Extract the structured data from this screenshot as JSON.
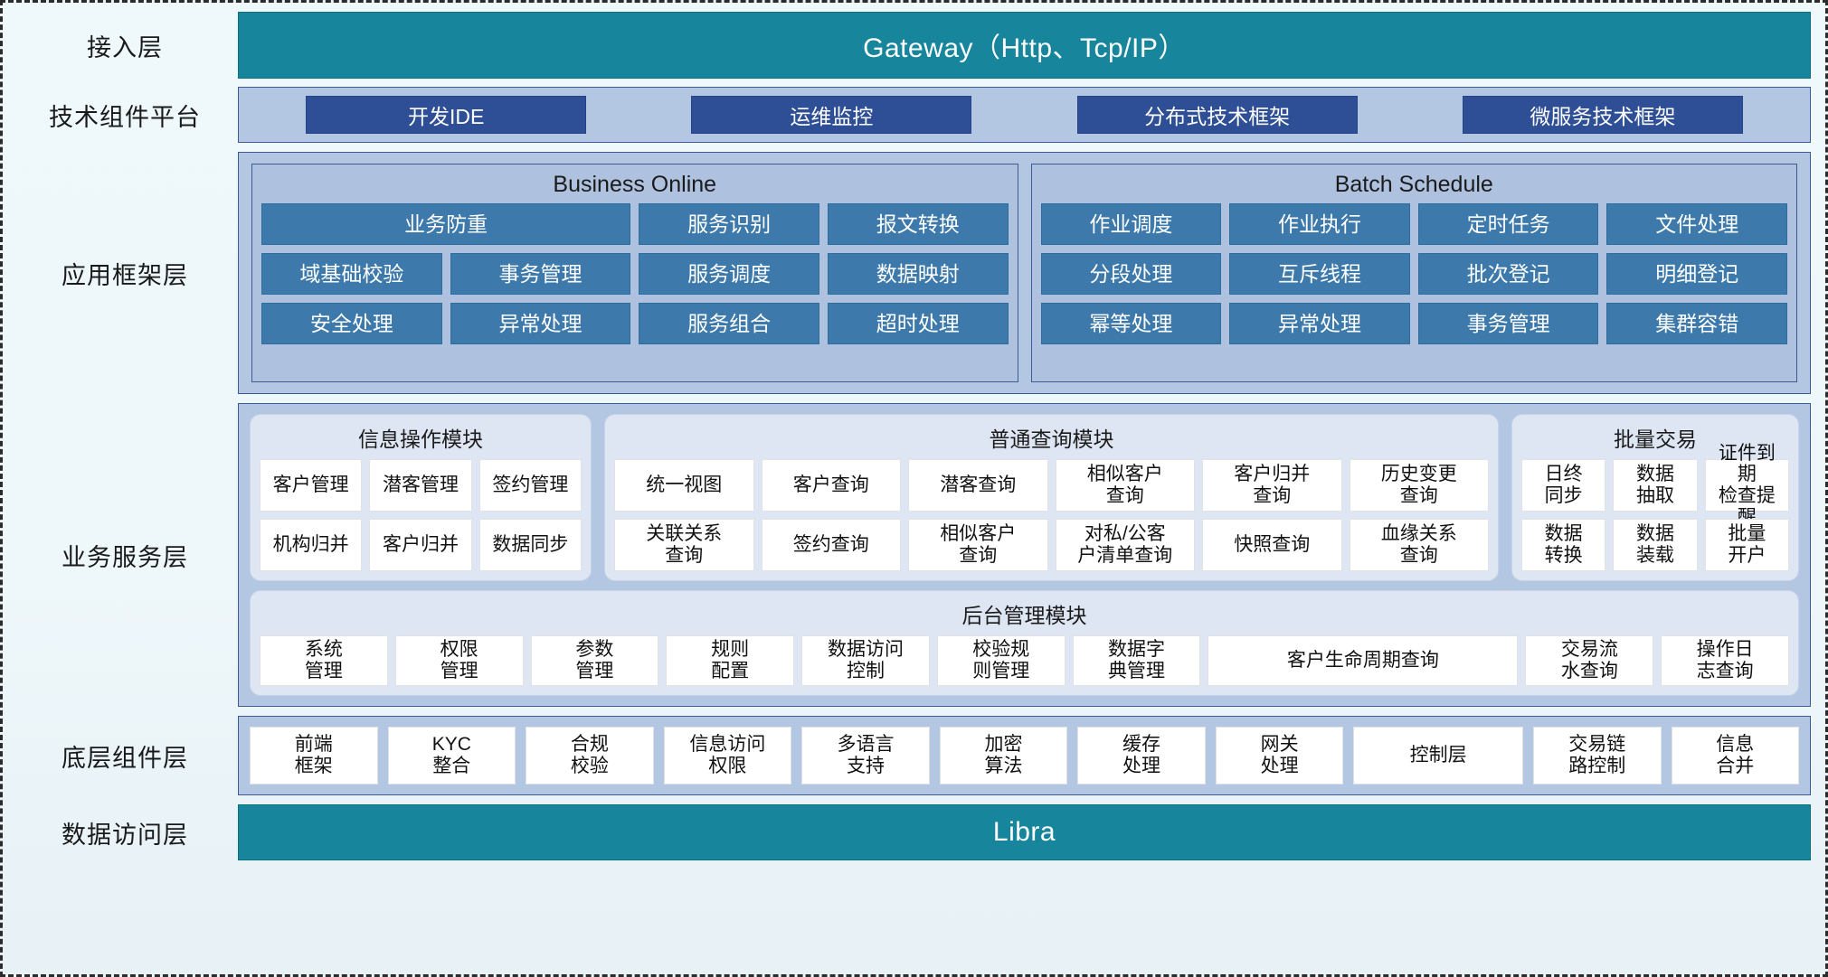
{
  "layers": [
    {
      "label": "接入层"
    },
    {
      "label": "技术组件平台"
    },
    {
      "label": "应用框架层"
    },
    {
      "label": "业务服务层"
    },
    {
      "label": "底层组件层"
    },
    {
      "label": "数据访问层"
    }
  ],
  "gateway": {
    "title": "Gateway（Http、Tcp/IP）"
  },
  "data_access": {
    "title": "Libra"
  },
  "tech_platform": {
    "items": [
      "开发IDE",
      "运维监控",
      "分布式技术框架",
      "微服务技术框架"
    ]
  },
  "app_framework": {
    "groups": [
      {
        "title": "Business Online",
        "cells": [
          "业务防重",
          "服务识别",
          "报文转换",
          "域基础校验",
          "事务管理",
          "服务调度",
          "数据映射",
          "安全处理",
          "异常处理",
          "服务组合",
          "超时处理"
        ]
      },
      {
        "title": "Batch Schedule",
        "cells": [
          "作业调度",
          "作业执行",
          "定时任务",
          "文件处理",
          "分段处理",
          "互斥线程",
          "批次登记",
          "明细登记",
          "幂等处理",
          "异常处理",
          "事务管理",
          "集群容错"
        ]
      }
    ]
  },
  "business_service": {
    "modules": [
      {
        "title": "信息操作模块",
        "cells": [
          "客户管理",
          "潜客管理",
          "签约管理",
          "机构归并",
          "客户归并",
          "数据同步"
        ]
      },
      {
        "title": "普通查询模块",
        "cells": [
          "统一视图",
          "客户查询",
          "潜客查询",
          "相似客户\n查询",
          "客户归并\n查询",
          "历史变更\n查询",
          "关联关系\n查询",
          "签约查询",
          "相似客户\n查询",
          "对私/公客\n户清单查询",
          "快照查询",
          "血缘关系\n查询"
        ]
      },
      {
        "title": "批量交易",
        "cells": [
          "日终\n同步",
          "数据\n抽取",
          "证件到期\n检查提醒",
          "数据\n转换",
          "数据\n装载",
          "批量\n开户"
        ]
      }
    ],
    "admin_module": {
      "title": "后台管理模块",
      "cells": [
        "系统\n管理",
        "权限\n管理",
        "参数\n管理",
        "规则\n配置",
        "数据访问\n控制",
        "校验规\n则管理",
        "数据字\n典管理",
        "客户生命周期查询",
        "交易流\n水查询",
        "操作日\n志查询"
      ]
    }
  },
  "base_components": {
    "cells": [
      "前端\n框架",
      "KYC\n整合",
      "合规\n校验",
      "信息访问\n权限",
      "多语言\n支持",
      "加密\n算法",
      "缓存\n处理",
      "网关\n处理",
      "控制层",
      "交易链\n路控制",
      "信息\n合并"
    ]
  },
  "colors": {
    "teal": "#17859b",
    "navy_chip": "#2e4f95",
    "blue_chip": "#3d7aab",
    "panel": "#b4c7e2",
    "module_bg": "#dfe6f3",
    "cell_bg": "#ffffff"
  }
}
